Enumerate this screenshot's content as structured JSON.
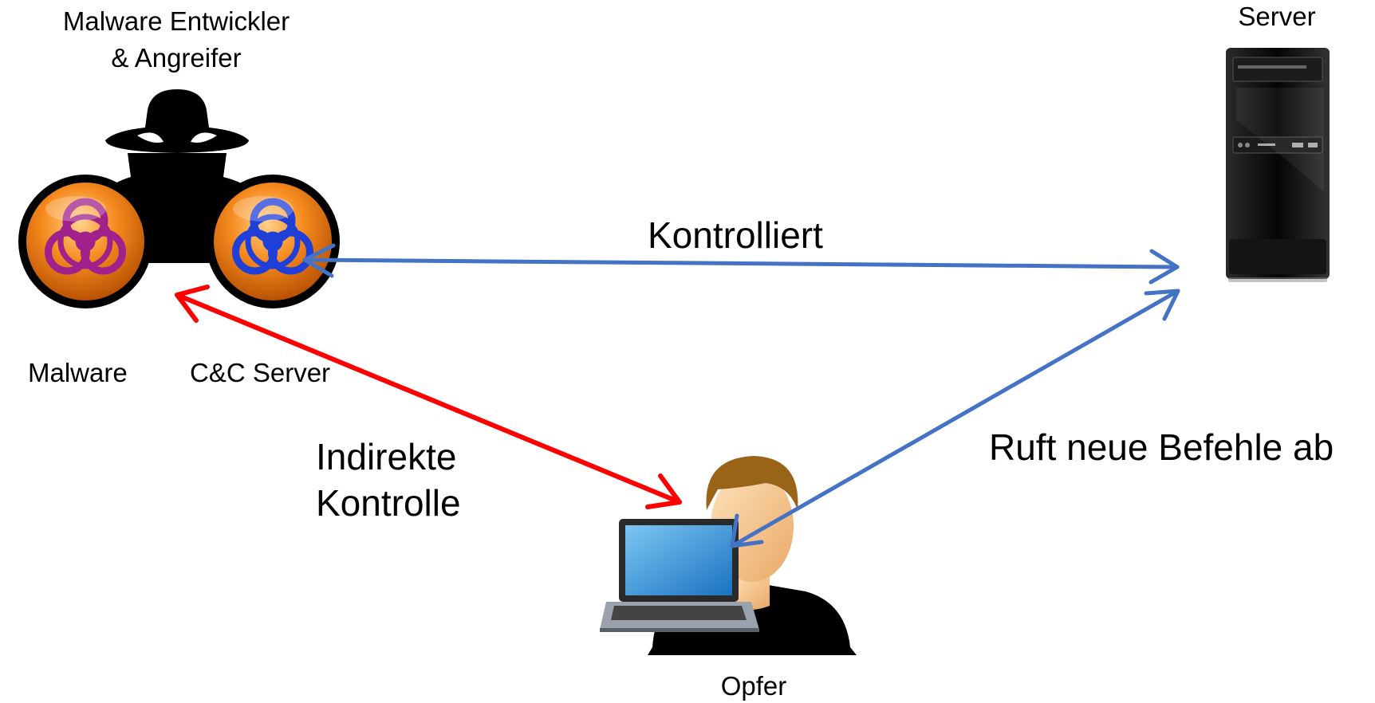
{
  "labels": {
    "attacker_line1": "Malware Entwickler",
    "attacker_line2": "& Angreifer",
    "server": "Server",
    "malware": "Malware",
    "cc_server": "C&C Server",
    "victim": "Opfer",
    "edge_controls": "Kontrolliert",
    "edge_indirect_line1": "Indirekte",
    "edge_indirect_line2": "Kontrolle",
    "edge_fetch": "Ruft neue Befehle ab"
  },
  "colors": {
    "blue_arrow": "#4472c4",
    "red_arrow": "#ff0000",
    "malware_symbol": "#a0208c",
    "cc_symbol": "#1f3fd8",
    "orb_orange": "#f07a14",
    "screen_blue": "#2b8fd8",
    "skin": "#f6c68e",
    "hair": "#9a6418"
  },
  "icons": [
    "spy-icon",
    "biohazard-icon",
    "server-tower-icon",
    "laptop-icon",
    "person-icon"
  ]
}
